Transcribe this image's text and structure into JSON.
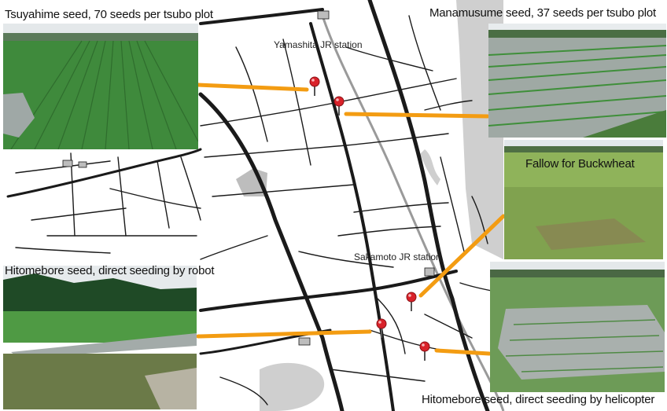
{
  "captions": {
    "tsuyahime": "Tsuyahime seed, 70 seeds per tsubo plot",
    "manamusume": "Manamusume seed, 37 seeds per tsubo plot",
    "fallow": "Fallow for Buckwheat",
    "robot": "Hitomebore seed, direct seeding by robot",
    "helicopter": "Hitomebore seed, direct seeding by helicopter"
  },
  "stations": {
    "yamashita": "Yamashita JR station",
    "sakamoto": "Sakamoto JR station"
  },
  "colors": {
    "leader_line": "#f39c12",
    "pin_head": "#d9222a",
    "road": "#1a1a1a",
    "rail": "#9a9a9a",
    "water": "#c8c8c8",
    "field_green": "#3f8f3a",
    "sky": "#e8ecee"
  },
  "markers": [
    {
      "id": "pin-tsuyahime"
    },
    {
      "id": "pin-manamusume"
    },
    {
      "id": "pin-fallow"
    },
    {
      "id": "pin-robot"
    },
    {
      "id": "pin-helicopter"
    }
  ]
}
